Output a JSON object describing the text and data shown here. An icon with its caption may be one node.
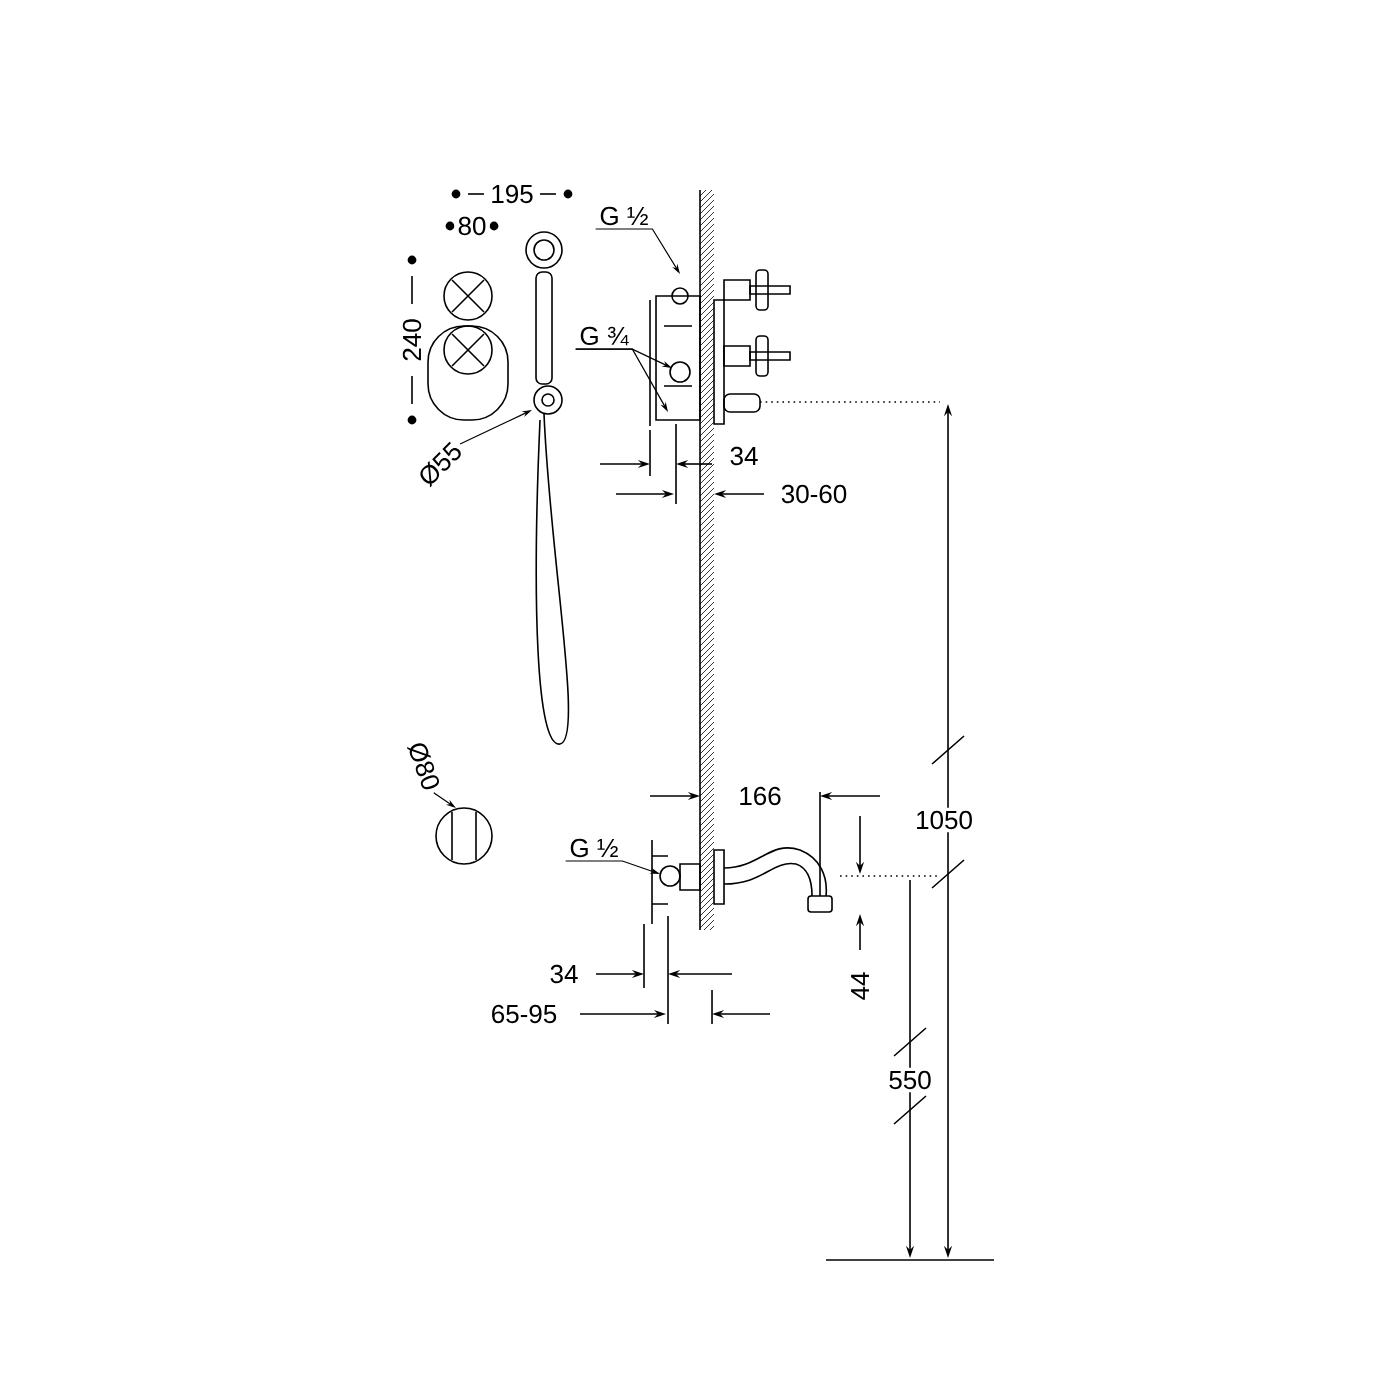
{
  "diagram": {
    "nodes": [
      {
        "text": [
          "G ½"
        ]
      },
      {
        "text": [
          "G ¾"
        ]
      },
      {
        "text": [
          "Ø55"
        ]
      },
      {
        "text": [
          "Ø80"
        ]
      },
      {
        "text": [
          "G ½"
        ]
      }
    ],
    "edges": [
      {
        "from": 0,
        "to": null,
        "arrow": "to"
      },
      {
        "from": 1,
        "to": null,
        "arrow": "to"
      },
      {
        "from": 1,
        "to": null,
        "arrow": "to"
      },
      {
        "from": 2,
        "to": null,
        "arrow": "to"
      },
      {
        "from": 3,
        "to": null,
        "arrow": "to"
      },
      {
        "from": 4,
        "to": null,
        "arrow": "to"
      }
    ],
    "labels": [
      "195",
      "80",
      "240",
      "34",
      "30-60",
      "166",
      "1050",
      "44",
      "550",
      "34",
      "65-95"
    ]
  }
}
